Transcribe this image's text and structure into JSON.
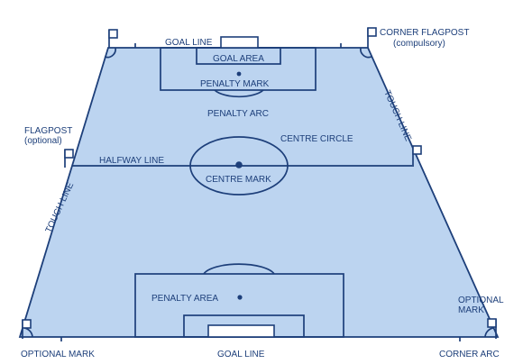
{
  "labels": {
    "goal_line_top": "GOAL LINE",
    "goal_area": "GOAL AREA",
    "penalty_mark": "PENALTY MARK",
    "penalty_arc": "PENALTY ARC",
    "corner_flagpost": "CORNER FLAGPOST",
    "compulsory": "(compulsory)",
    "touch_line_right": "TOUCH LINE",
    "flagpost": "FLAGPOST",
    "optional": "(optional)",
    "centre_circle": "CENTRE CIRCLE",
    "halfway_line": "HALFWAY LINE",
    "centre_mark": "CENTRE MARK",
    "touch_line_left": "TOUCH LINE",
    "penalty_area": "PENALTY AREA",
    "optional_mark_right_1": "OPTIONAL",
    "optional_mark_right_2": "MARK",
    "optional_mark_left": "OPTIONAL MARK",
    "goal_line_bottom": "GOAL LINE",
    "corner_arc": "CORNER ARC"
  },
  "colors": {
    "line": "#1d3f7a",
    "field": "#bcd4f0",
    "background": "#ffffff"
  }
}
